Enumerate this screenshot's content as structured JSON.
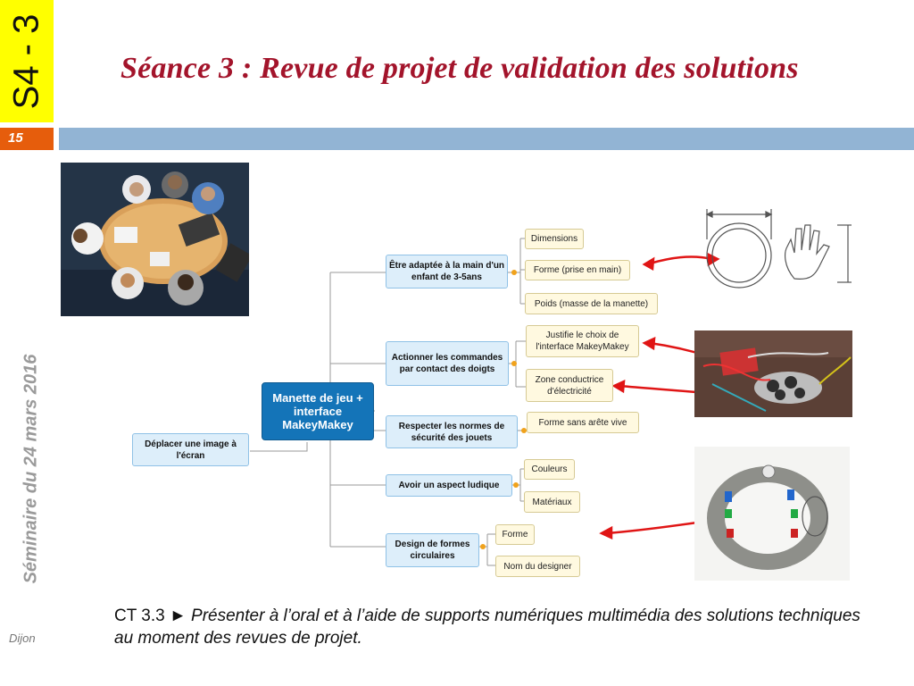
{
  "session_tag": "S4 - 3",
  "title": "Séance 3 : Revue de projet de validation des solutions",
  "page_number": "15",
  "side_text": "Séminaire du 24 mars 2016",
  "location": "Dijon",
  "mindmap": {
    "central": "Manette de jeu + interface MakeyMakey",
    "left_node": "Déplacer une image à l'écran",
    "branches": [
      {
        "label": "Être adaptée à la main d'un enfant de 3-5ans",
        "leaves": [
          "Dimensions",
          "Forme (prise en main)",
          "Poids (masse de la manette)"
        ]
      },
      {
        "label": "Actionner les commandes par contact des doigts",
        "leaves": [
          "Justifie le choix de l'interface MakeyMakey",
          "Zone conductrice d'électricité"
        ]
      },
      {
        "label": "Respecter les normes de sécurité des jouets",
        "leaves": [
          "Forme sans arête vive"
        ]
      },
      {
        "label": "Avoir un aspect ludique",
        "leaves": [
          "Couleurs",
          "Matériaux"
        ]
      },
      {
        "label": "Design de formes circulaires",
        "leaves": [
          "Forme",
          "Nom du designer"
        ]
      }
    ]
  },
  "competency": {
    "code": "CT 3.3 ►",
    "text": "Présenter à l’oral et à l’aide de supports numériques multimédia des solutions techniques au moment des revues de projet."
  },
  "colors": {
    "tag_yellow": "#ffff00",
    "title_red": "#a3142b",
    "bar_blue": "#92b4d4",
    "page_orange": "#e65d0c",
    "central_blue": "#1474b8",
    "arrow_red": "#e01515"
  }
}
